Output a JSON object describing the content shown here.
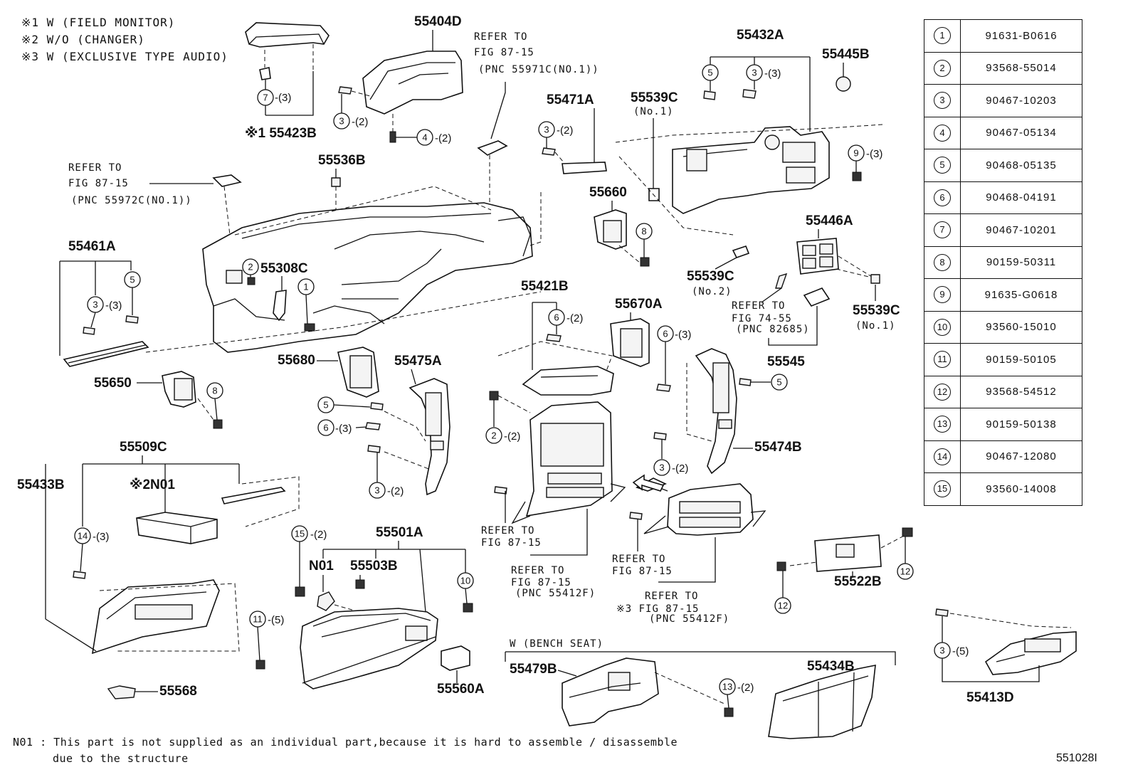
{
  "notes": [
    "※1 W (FIELD MONITOR)",
    "※2 W/O (CHANGER)",
    "※3 W (EXCLUSIVE TYPE AUDIO)"
  ],
  "legend": [
    {
      "key": "1",
      "part": "91631-B0616"
    },
    {
      "key": "2",
      "part": "93568-55014"
    },
    {
      "key": "3",
      "part": "90467-10203"
    },
    {
      "key": "4",
      "part": "90467-05134"
    },
    {
      "key": "5",
      "part": "90468-05135"
    },
    {
      "key": "6",
      "part": "90468-04191"
    },
    {
      "key": "7",
      "part": "90467-10201"
    },
    {
      "key": "8",
      "part": "90159-50311"
    },
    {
      "key": "9",
      "part": "91635-G0618"
    },
    {
      "key": "10",
      "part": "93560-15010"
    },
    {
      "key": "11",
      "part": "90159-50105"
    },
    {
      "key": "12",
      "part": "93568-54512"
    },
    {
      "key": "13",
      "part": "90159-50138"
    },
    {
      "key": "14",
      "part": "90467-12080"
    },
    {
      "key": "15",
      "part": "93560-14008"
    }
  ],
  "labels": {
    "p55404D": "55404D",
    "p55432A": "55432A",
    "p55445B": "55445B",
    "p55423B": "※1 55423B",
    "p55471A": "55471A",
    "p55539C_top": "55539C",
    "no1_top": "(No.1)",
    "p55536B": "55536B",
    "p55660": "55660",
    "p55461A": "55461A",
    "p55308C": "55308C",
    "p55446A": "55446A",
    "p55539C_mid": "55539C",
    "no2": "(No.2)",
    "p55421B": "55421B",
    "p55670A": "55670A",
    "p55539C_right": "55539C",
    "no1_right": "(No.1)",
    "p55545": "55545",
    "p55680": "55680",
    "p55475A": "55475A",
    "p55650": "55650",
    "p55474B": "55474B",
    "p55509C": "55509C",
    "p55433B": "55433B",
    "pN01_2": "※2N01",
    "p55501A": "55501A",
    "pN01": "N01",
    "p55503B": "55503B",
    "p55522B": "55522B",
    "p55568": "55568",
    "p55560A": "55560A",
    "bench": "W (BENCH SEAT)",
    "p55479B": "55479B",
    "p55434B": "55434B",
    "p55413D": "55413D"
  },
  "refs": {
    "r1a": "REFER TO",
    "r1b": "FIG 87-15",
    "r1c": "(PNC 55971C(NO.1))",
    "r2a": "REFER TO",
    "r2b": "FIG 87-15",
    "r2c": "(PNC 55972C(NO.1))",
    "r3a": "REFER TO",
    "r3b": "FIG 74-55",
    "r3c": "(PNC 82685)",
    "r4a": "REFER TO",
    "r4b": "FIG 87-15",
    "r5a": "REFER TO",
    "r5b": "FIG 87-15",
    "r5c": "(PNC 55412F)",
    "r6a": "REFER TO",
    "r6b": "FIG 87-15",
    "r7a": "REFER TO",
    "r7b": "※3 FIG 87-15",
    "r7c": "(PNC 55412F)"
  },
  "callouts": [
    {
      "n": "7",
      "q": "-(3)"
    },
    {
      "n": "3",
      "q": "-(2)"
    },
    {
      "n": "4",
      "q": "-(2)"
    },
    {
      "n": "3",
      "q": "-(2)"
    },
    {
      "n": "5",
      "q": ""
    },
    {
      "n": "3",
      "q": "-(3)"
    },
    {
      "n": "9",
      "q": "-(3)"
    },
    {
      "n": "8",
      "q": ""
    },
    {
      "n": "2",
      "q": ""
    },
    {
      "n": "1",
      "q": ""
    },
    {
      "n": "3",
      "q": "-(3)"
    },
    {
      "n": "5",
      "q": ""
    },
    {
      "n": "8",
      "q": ""
    },
    {
      "n": "6",
      "q": "-(2)"
    },
    {
      "n": "6",
      "q": "-(3)"
    },
    {
      "n": "5",
      "q": ""
    },
    {
      "n": "5",
      "q": ""
    },
    {
      "n": "6",
      "q": "-(3)"
    },
    {
      "n": "3",
      "q": "-(2)"
    },
    {
      "n": "2",
      "q": "-(2)"
    },
    {
      "n": "3",
      "q": "-(2)"
    },
    {
      "n": "14",
      "q": "-(3)"
    },
    {
      "n": "15",
      "q": "-(2)"
    },
    {
      "n": "10",
      "q": ""
    },
    {
      "n": "11",
      "q": "-(5)"
    },
    {
      "n": "12",
      "q": ""
    },
    {
      "n": "12",
      "q": ""
    },
    {
      "n": "13",
      "q": "-(2)"
    },
    {
      "n": "3",
      "q": "-(5)"
    }
  ],
  "footnote": {
    "line1": "N01 : This part is not supplied as an individual part,because it is hard to assemble / disassemble",
    "line2": "due to the structure"
  },
  "fig_id": "551028I"
}
